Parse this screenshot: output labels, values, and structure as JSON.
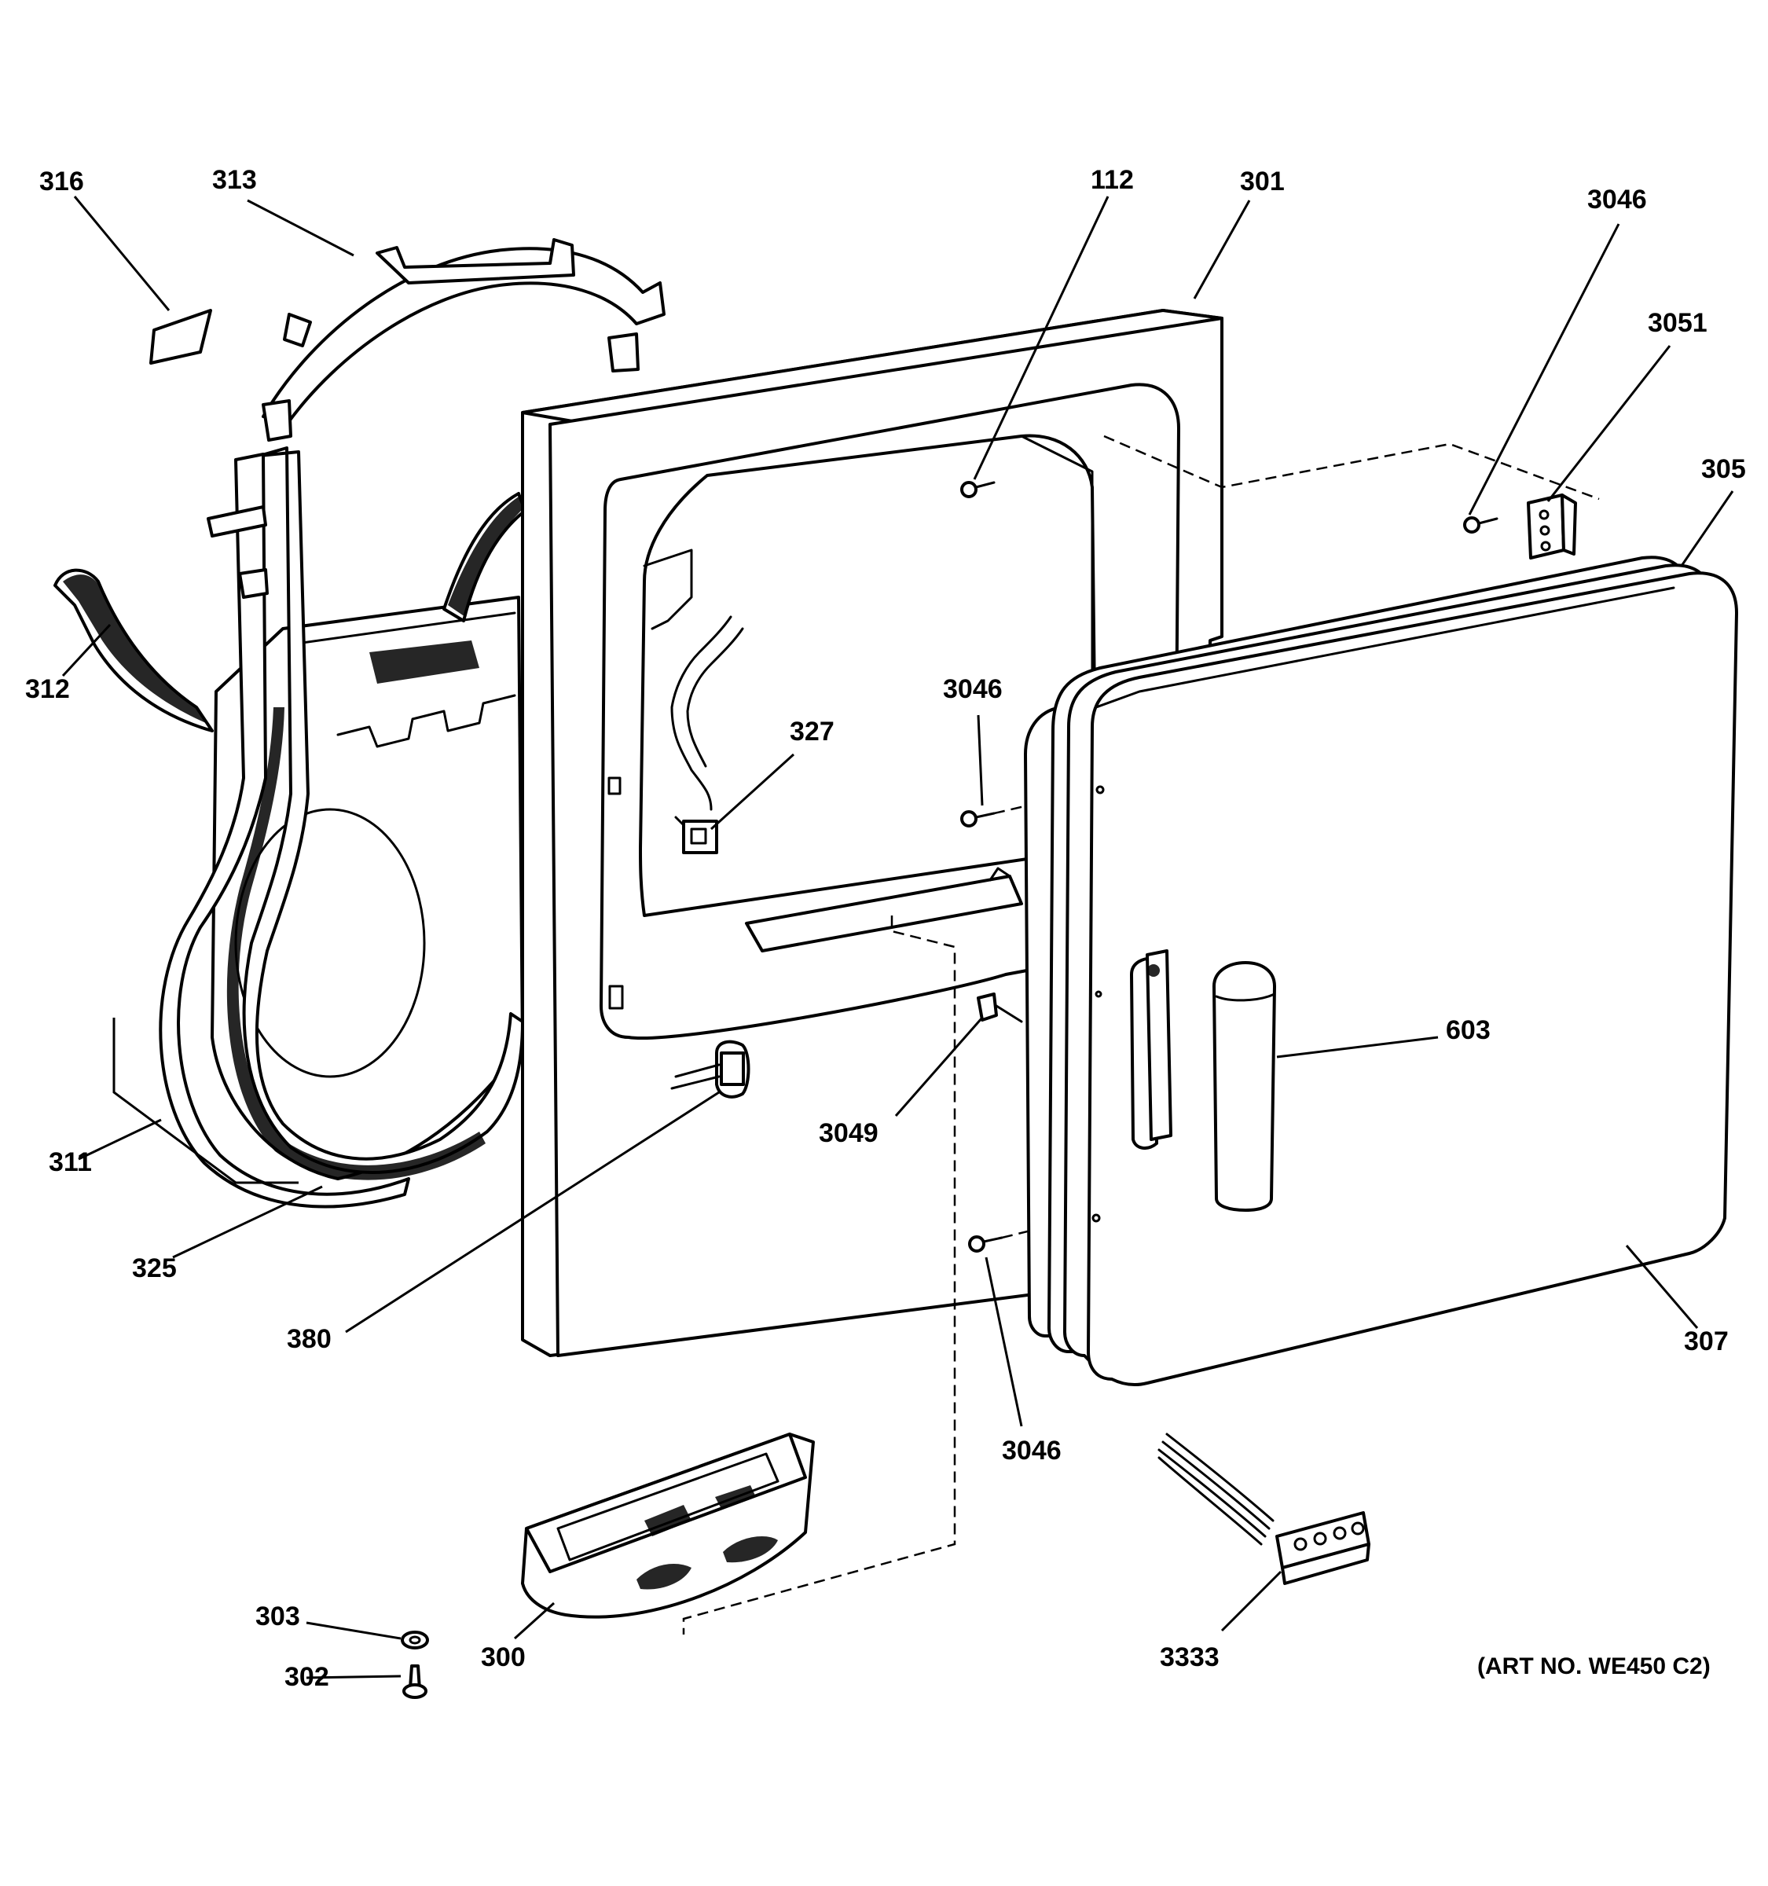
{
  "labels": {
    "p316": "316",
    "p313": "313",
    "p312": "312",
    "p311": "311",
    "p325": "325",
    "p380": "380",
    "p112": "112",
    "p301": "301",
    "p3046a": "3046",
    "p3051": "3051",
    "p305": "305",
    "p3046b": "3046",
    "p327": "327",
    "p603": "603",
    "p3049": "3049",
    "p3046c": "3046",
    "p307": "307",
    "p303": "303",
    "p302": "302",
    "p300": "300",
    "p3333": "3333"
  },
  "art_number": "(ART NO. WE450 C2)"
}
